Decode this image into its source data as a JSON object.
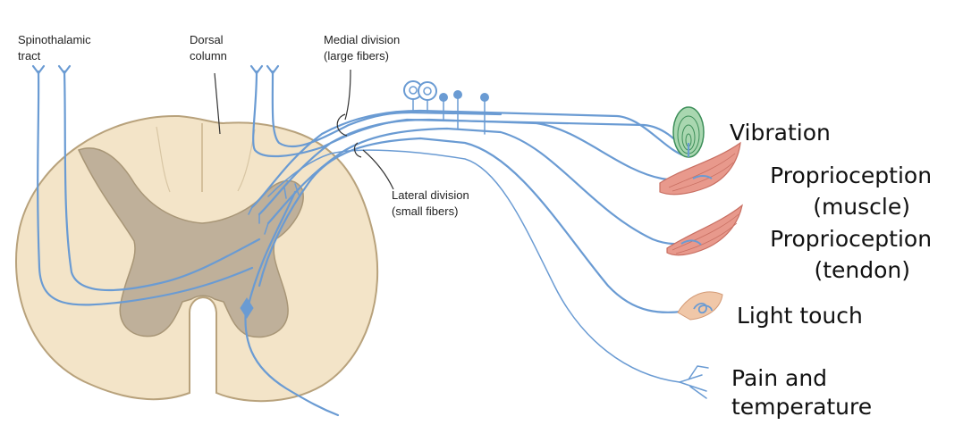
{
  "labels": {
    "spinothalamic": [
      "Spinothalamic",
      "tract"
    ],
    "dorsal_column": [
      "Dorsal",
      "column"
    ],
    "medial_division": [
      "Medial division",
      "(large fibers)"
    ],
    "lateral_division": [
      "Lateral division",
      "(small fibers)"
    ]
  },
  "receptors": {
    "vibration": [
      "Vibration"
    ],
    "proprioception_muscle": [
      "Proprioception",
      "(muscle)"
    ],
    "proprioception_tendon": [
      "Proprioception",
      "(tendon)"
    ],
    "light_touch": [
      "Light touch"
    ],
    "pain_temperature": [
      "Pain and",
      "temperature"
    ]
  },
  "colors": {
    "nerve": "#6a9bd3",
    "cord": "#f3e4c8",
    "cord_outline": "#b8a27c",
    "gray_matter": "#bfb09a",
    "muscle": "#e8998c",
    "skin": "#f0c7a8",
    "corpuscle": "#a9d7b0"
  }
}
